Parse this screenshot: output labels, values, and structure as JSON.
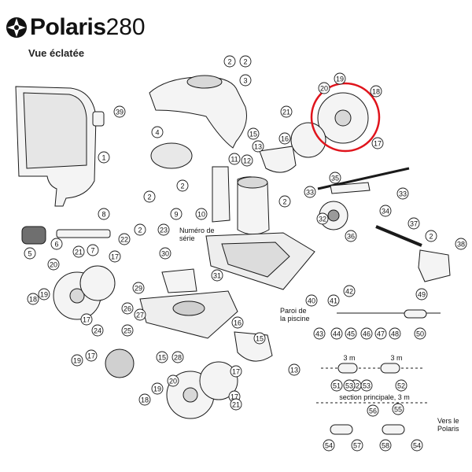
{
  "header": {
    "brand": "Polaris",
    "model": "280",
    "subtitle": "Vue éclatée"
  },
  "labels": {
    "serial_number": "Numéro de\nsérie",
    "pool_wall": "Paroi de\nla piscine",
    "length_a": "3 m",
    "length_b": "3 m",
    "main_section": "section principale, 3 m",
    "to_polaris": "Vers le\nPolaris"
  },
  "part_numbers": [
    "1",
    "2",
    "3",
    "4",
    "5",
    "6",
    "7",
    "8",
    "9",
    "10",
    "11",
    "12",
    "13",
    "15",
    "16",
    "17",
    "18",
    "19",
    "20",
    "21",
    "22",
    "23",
    "24",
    "25",
    "26",
    "27",
    "28",
    "29",
    "30",
    "31",
    "32",
    "33",
    "34",
    "35",
    "36",
    "37",
    "38",
    "39",
    "40",
    "41",
    "42",
    "43",
    "44",
    "45",
    "46",
    "47",
    "48",
    "49",
    "50",
    "51",
    "52",
    "53",
    "54",
    "55",
    "56",
    "57",
    "58"
  ],
  "highlight": {
    "color": "#e0141c",
    "encircled_parts": [
      "18",
      "19",
      "20",
      "17"
    ]
  },
  "colors": {
    "line": "#1a1a1a",
    "fill_light": "#f4f4f4",
    "fill_mid": "#d8d8d8",
    "fill_dark": "#9a9a9a",
    "brand_red": "#c8102e"
  }
}
